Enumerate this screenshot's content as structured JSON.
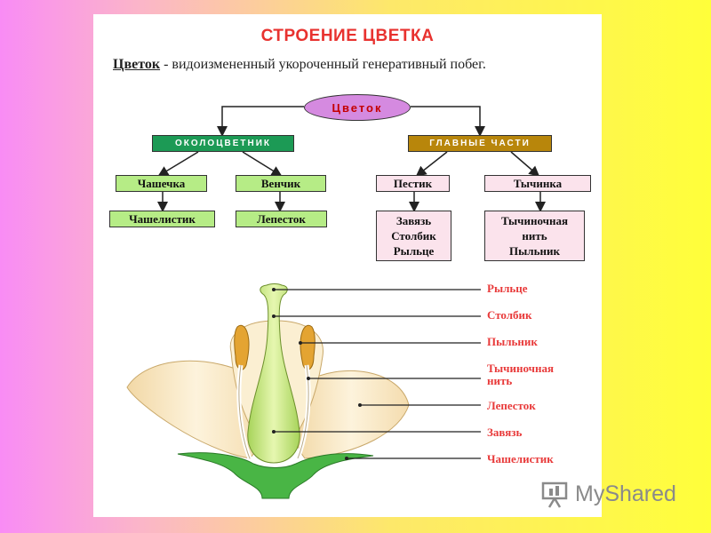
{
  "title": "СТРОЕНИЕ ЦВЕТКА",
  "definition": {
    "term": "Цветок",
    "text": " - видоизмененный укороченный генеративный побег."
  },
  "tree": {
    "root": "Цветок",
    "perianth": {
      "label": "ОКОЛОЦВЕТНИК",
      "calyx": "Чашечка",
      "corolla": "Венчик",
      "sepal": "Чашелистик",
      "petal": "Лепесток"
    },
    "main_parts": {
      "label": "ГЛАВНЫЕ ЧАСТИ",
      "pistil": "Пестик",
      "stamen": "Тычинка",
      "pistil_parts": [
        "Завязь",
        "Столбик",
        "Рыльце"
      ],
      "stamen_parts": [
        "Тычиночная",
        "нить",
        "Пыльник"
      ]
    }
  },
  "flower_labels": {
    "stigma": "Рыльце",
    "style": "Столбик",
    "anther": "Пыльник",
    "filament": [
      "Тычиночная",
      "нить"
    ],
    "petal": "Лепесток",
    "ovary": "Завязь",
    "sepal": "Чашелистик"
  },
  "watermark": "MyShared",
  "colors": {
    "title": "#e8322f",
    "label": "#e83a3a",
    "green_box": "#b6ec86",
    "pink_box": "#fbe3ec",
    "perianth_header": "#1c9a55",
    "main_header": "#b8860b",
    "root_oval": "#d58ae0"
  }
}
